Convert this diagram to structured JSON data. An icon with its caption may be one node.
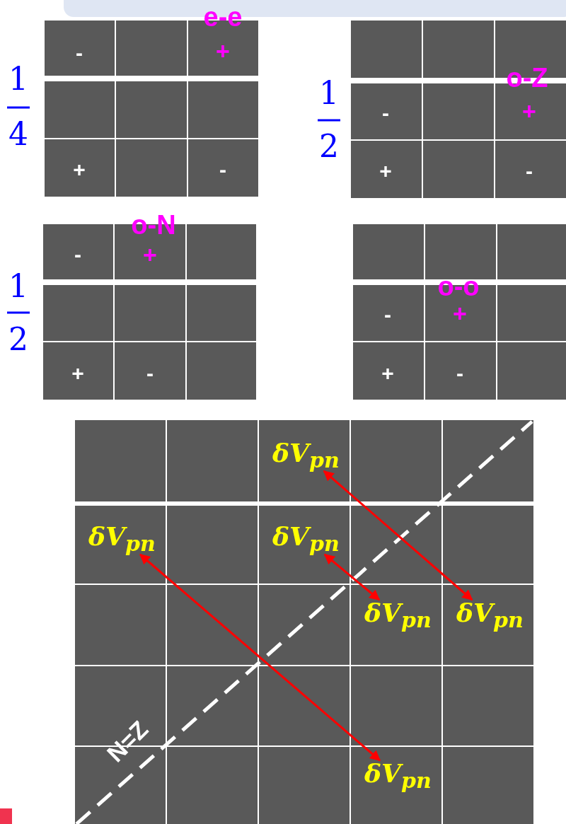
{
  "diagram": {
    "nodes": [
      {
        "text": [
          "δV$_{pn}$"
        ]
      },
      {
        "text": [
          "δV$_{pn}$"
        ]
      },
      {
        "text": [
          "δV$_{pn}$"
        ]
      },
      {
        "text": [
          "δV$_{pn}$"
        ]
      },
      {
        "text": [
          "δV$_{pn}$"
        ]
      },
      {
        "text": [
          "δV$_{pn}$"
        ]
      }
    ],
    "edges": [
      {
        "from": 0,
        "to": 4,
        "arrow": "both"
      },
      {
        "from": 2,
        "to": 3,
        "arrow": "both"
      },
      {
        "from": 1,
        "to": 5,
        "arrow": "both"
      }
    ],
    "labels": [
      "1",
      "4",
      "-",
      "e-e",
      "+",
      "+",
      "-",
      "1",
      "2",
      "o-Z",
      "+",
      "-",
      "+",
      "-",
      "o-N",
      "-",
      "+",
      "1",
      "2",
      "+",
      "-",
      "o-o",
      "-",
      "+",
      "+",
      "-",
      "N=Z"
    ]
  }
}
